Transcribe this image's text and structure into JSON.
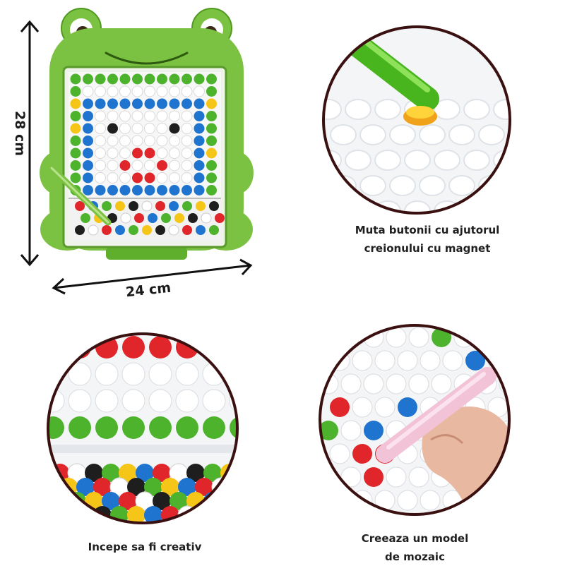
{
  "dimensions": {
    "height_label": "28 cm",
    "width_label": "24 cm"
  },
  "captions": {
    "top_right_line1": "Muta butonii cu ajutorul",
    "top_right_line2": "creionului cu magnet",
    "bottom_left": "Incepe sa fi creativ",
    "bottom_right_line1": "Creeaza un model",
    "bottom_right_line2": "de mozaic"
  },
  "colors": {
    "frog_green": "#7cc242",
    "frog_dark_green": "#4f9a22",
    "bead_red": "#e0262a",
    "bead_blue": "#1f74d0",
    "bead_green": "#4db32d",
    "bead_yellow": "#f5c518",
    "bead_black": "#1e1e1e",
    "circle_border": "#3a1010",
    "pen_pink": "#f2c3d6"
  }
}
